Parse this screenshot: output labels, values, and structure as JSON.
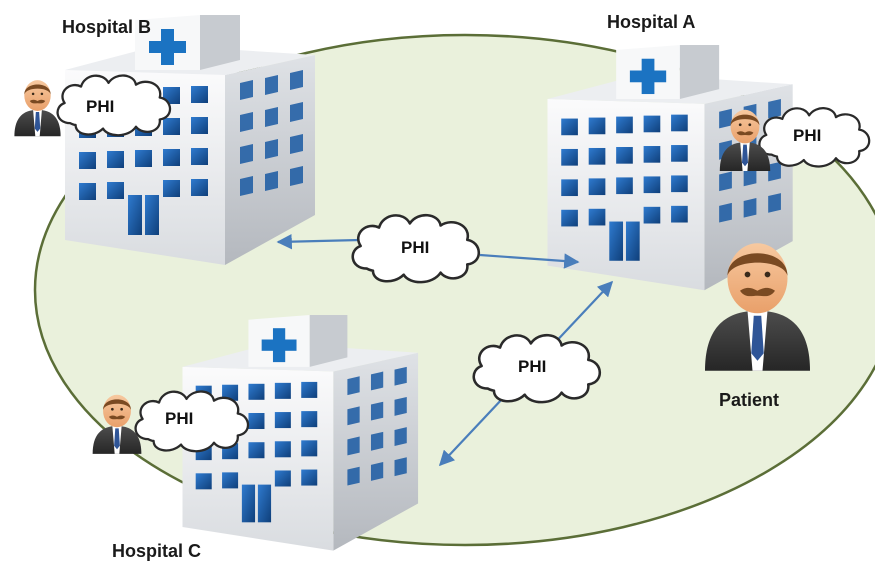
{
  "hospitals": {
    "a": {
      "label": "Hospital A"
    },
    "b": {
      "label": "Hospital B"
    },
    "c": {
      "label": "Hospital C"
    }
  },
  "patient": {
    "label": "Patient"
  },
  "phi_label": "PHI",
  "colors": {
    "region_fill": "#eaf1dc",
    "region_stroke": "#5b6e37",
    "arrow": "#4a7ebb",
    "window": "#1f5fa8",
    "cross": "#1b73c2",
    "building_light": "#f2f3f5",
    "building_shade": "#c9ccd1",
    "suit": "#3a3a3a",
    "skin": "#f4b183",
    "hair": "#7a4a22"
  }
}
